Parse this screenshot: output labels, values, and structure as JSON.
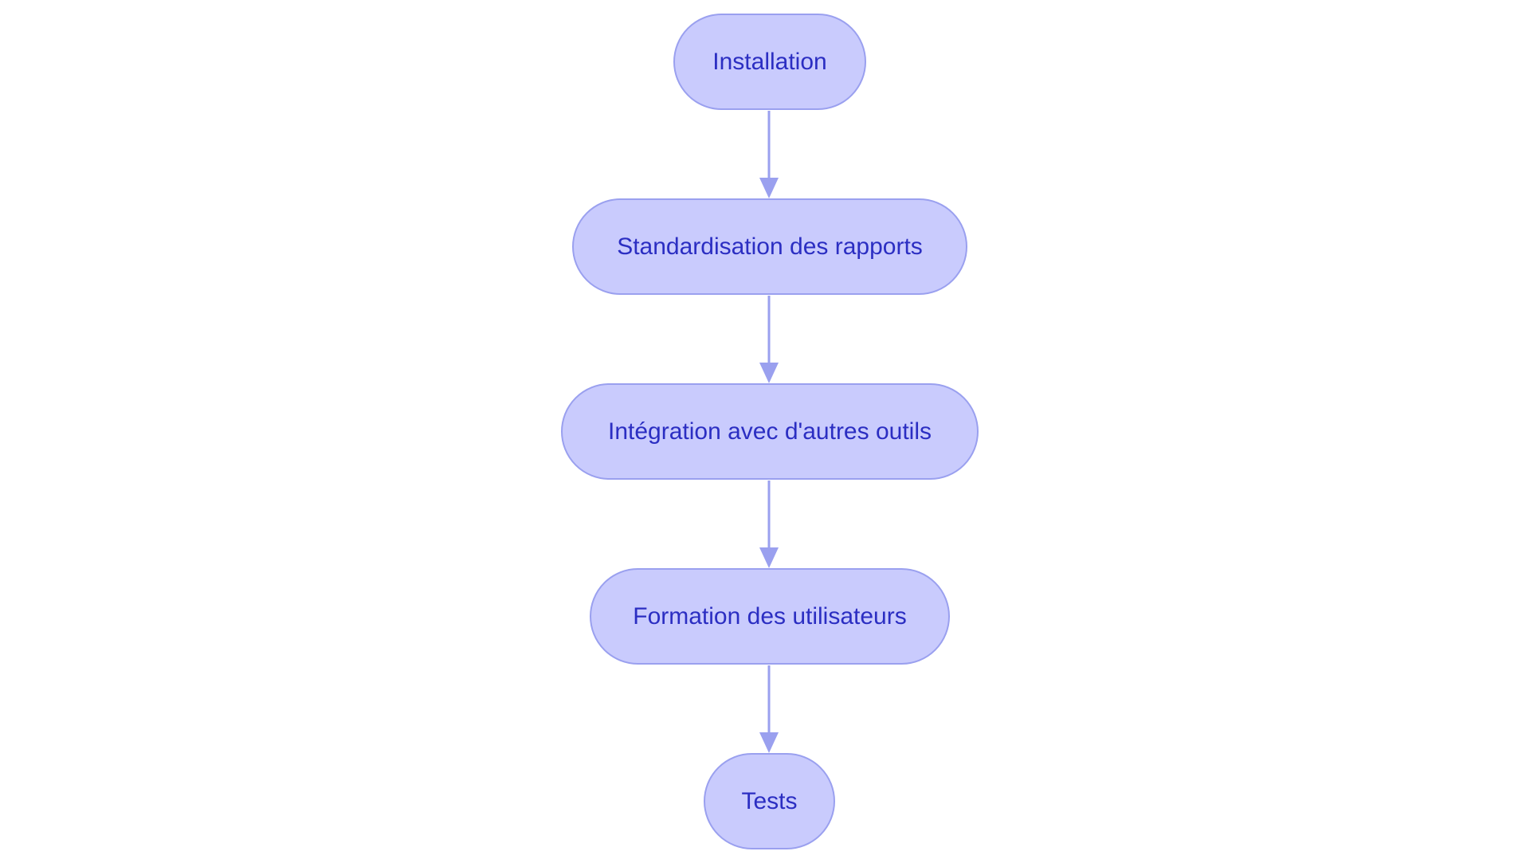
{
  "diagram": {
    "type": "flowchart",
    "direction": "top-to-bottom",
    "colors": {
      "node_fill": "#c9cbfd",
      "node_border": "#9aa0ef",
      "node_text": "#2b2ec2",
      "arrow": "#9aa0ef",
      "background": "#ffffff"
    },
    "nodes": [
      {
        "id": "n1",
        "label": "Installation"
      },
      {
        "id": "n2",
        "label": "Standardisation des rapports"
      },
      {
        "id": "n3",
        "label": "Intégration avec d'autres outils"
      },
      {
        "id": "n4",
        "label": "Formation des utilisateurs"
      },
      {
        "id": "n5",
        "label": "Tests"
      }
    ],
    "edges": [
      {
        "from": "n1",
        "to": "n2"
      },
      {
        "from": "n2",
        "to": "n3"
      },
      {
        "from": "n3",
        "to": "n4"
      },
      {
        "from": "n4",
        "to": "n5"
      }
    ]
  }
}
